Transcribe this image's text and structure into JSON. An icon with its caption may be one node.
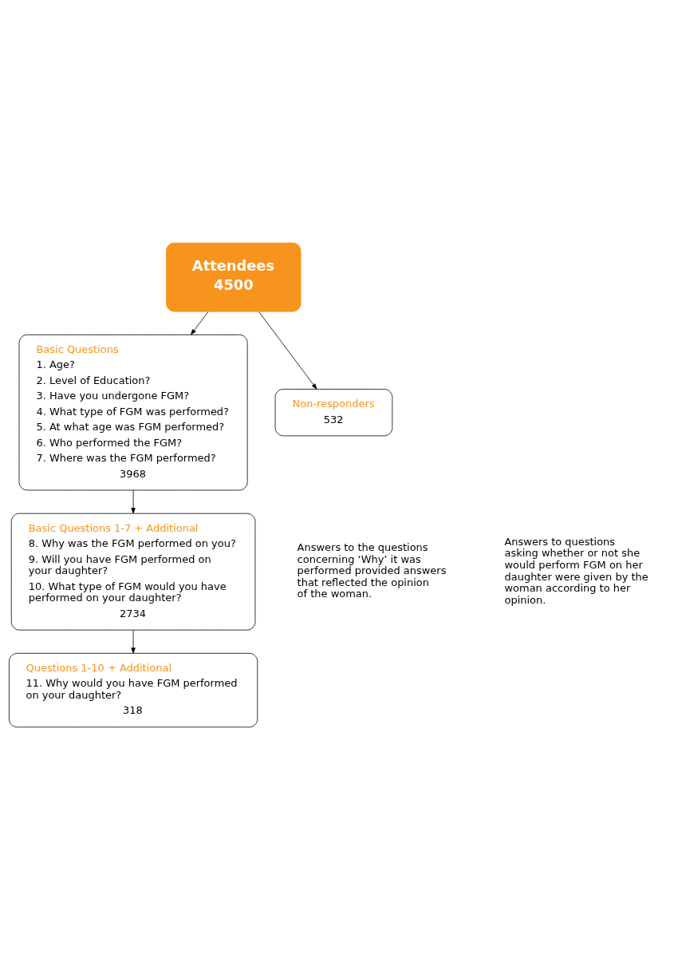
{
  "diagram": {
    "nodes": [
      {
        "text": [
          "Attendees",
          "4500"
        ]
      },
      {
        "text": [
          "Basic Questions",
          "1. Age?",
          "2. Level of Education?",
          "3. Have you undergone FGM?",
          "4. What type of FGM was performed?",
          "5. At what age was FGM performed?",
          "6. Who performed the FGM?",
          "7. Where was the FGM performed?",
          "3968"
        ]
      },
      {
        "text": [
          "Non-responders",
          "532"
        ]
      },
      {
        "text": [
          "Basic Questions 1-7 + Additional",
          "8. Why was the FGM performed on you?",
          "9. Will you have FGM performed on your daughter?",
          "10. What type of FGM would you have performed on your daughter?",
          "2734"
        ]
      },
      {
        "text": [
          "Questions 1-10 + Additional",
          "11. Why would you have FGM performed on your daughter?",
          "318"
        ]
      }
    ],
    "edges": [
      {
        "from": 0,
        "to": 1,
        "arrow": "to"
      },
      {
        "from": 0,
        "to": 2,
        "arrow": "to"
      },
      {
        "from": 1,
        "to": 3,
        "arrow": "to"
      },
      {
        "from": 3,
        "to": 4,
        "arrow": "to"
      }
    ],
    "labels": [
      "Answers to the questions concerning ‘Why’ it was performed provided answers that reflected the opinion of the woman.",
      "Answers to questions asking whether or not she would perform FGM on her daughter were given by the woman according to her opinion."
    ]
  }
}
